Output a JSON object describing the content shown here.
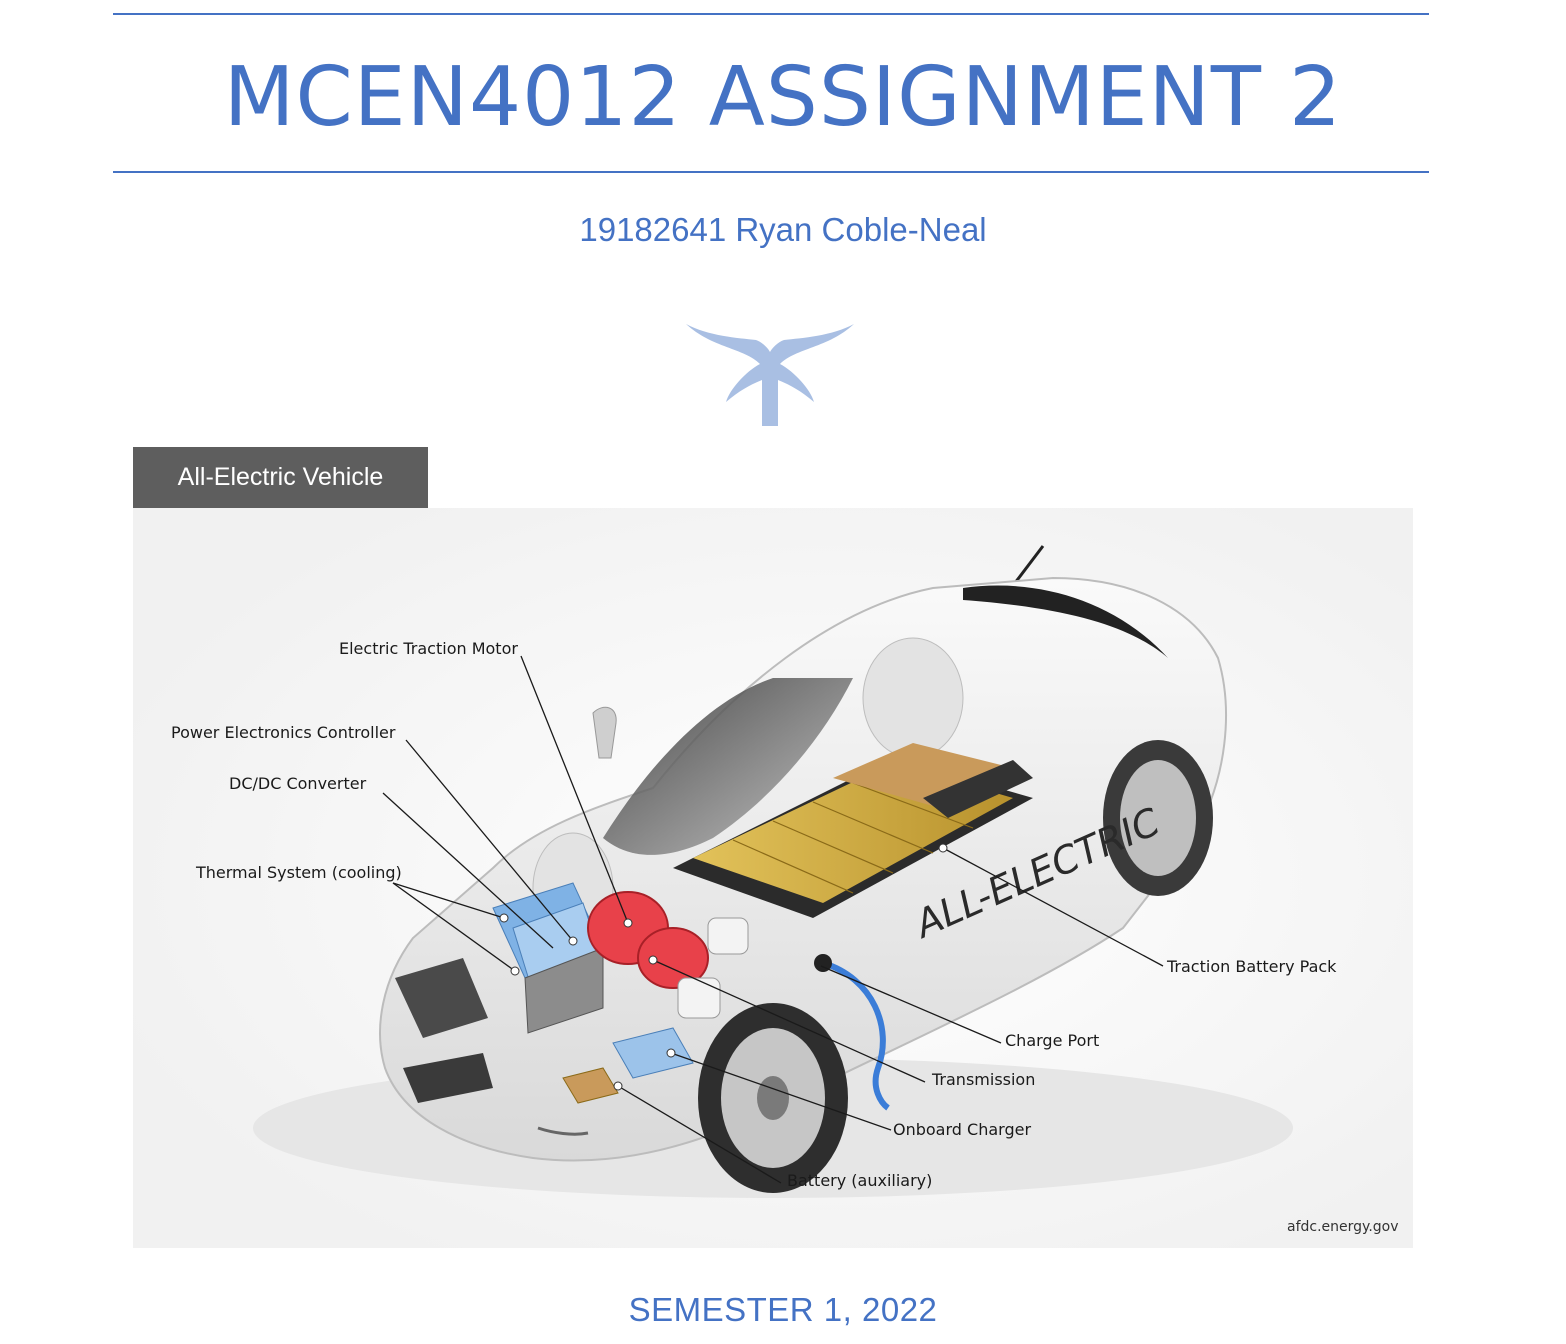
{
  "title": "MCEN4012 ASSIGNMENT 2",
  "author": "19182641 Ryan Coble-Neal",
  "figure": {
    "badge": "All-Electric Vehicle",
    "labels": {
      "electric_traction_motor": "Electric Traction Motor",
      "power_electronics_controller": "Power Electronics Controller",
      "dc_dc_converter": "DC/DC Converter",
      "thermal_system": "Thermal System (cooling)",
      "traction_battery_pack": "Traction Battery Pack",
      "charge_port": "Charge Port",
      "transmission": "Transmission",
      "onboard_charger": "Onboard Charger",
      "battery_auxiliary": "Battery (auxiliary)"
    },
    "side_text": "ALL-ELECTRIC",
    "credit": "afdc.energy.gov"
  },
  "footer": "SEMESTER 1, 2022",
  "colors": {
    "accent": "#4472c4",
    "logo": "#a9bfe3",
    "badge_bg": "#5e5e5e",
    "battery": "#d8b44a",
    "cooling": "#7fb2e5",
    "motor": "#e8414a"
  }
}
